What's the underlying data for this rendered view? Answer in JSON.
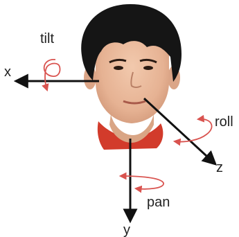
{
  "labels": {
    "tilt": "tilt",
    "x": "x",
    "roll": "roll",
    "z": "z",
    "pan": "pan",
    "y": "y"
  },
  "colors": {
    "axis": "#111111",
    "rotation": "#d9534f",
    "hair": "#151515",
    "skin": "#e8b79a",
    "shirt": "#d23b2b"
  },
  "elements": {
    "subject": "face-photo",
    "axes": [
      "x-axis-arrow",
      "y-axis-arrow",
      "z-axis-arrow"
    ],
    "rotations": [
      "tilt-rotation-arrow",
      "roll-rotation-arrow",
      "pan-rotation-arrow"
    ]
  }
}
